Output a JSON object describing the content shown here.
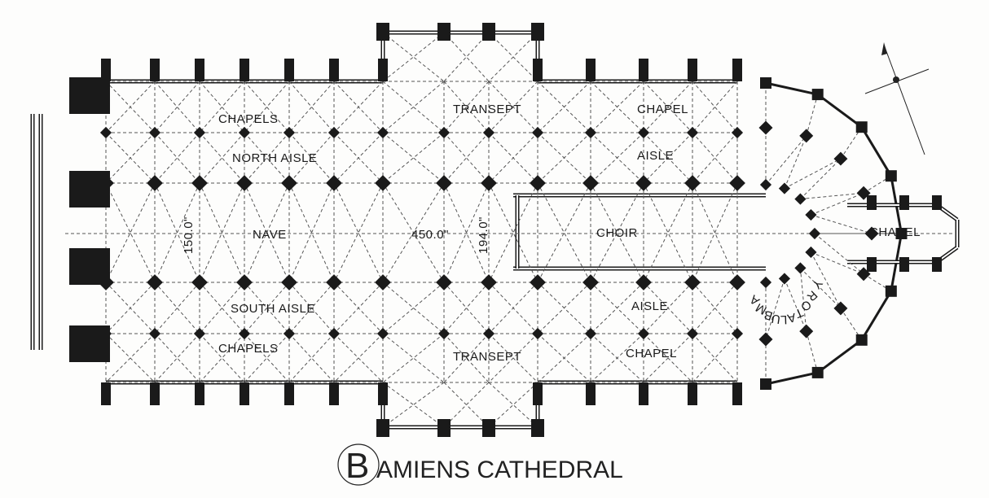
{
  "title": {
    "initial": "B",
    "text": "AMIENS CATHEDRAL"
  },
  "labels": {
    "chapels_north": "CHAPELS",
    "north_aisle": "NORTH AISLE",
    "nave": "NAVE",
    "length": "450.0\"",
    "nave_width": "150.0\"",
    "transept_length": "194.0\"",
    "south_aisle": "SOUTH AISLE",
    "chapels_south": "CHAPELS",
    "transept_north": "TRANSEPT",
    "transept_south": "TRANSEPT",
    "chapel_north": "CHAPEL",
    "aisle_north": "AISLE",
    "choir": "CHOIR",
    "aisle_south": "AISLE",
    "chapel_south": "CHAPEL",
    "axial_chapel": "CHAPEL",
    "ambulatory": [
      "A",
      "M",
      "B",
      "U",
      "L",
      "A",
      "T",
      "O",
      "R",
      "Y"
    ]
  },
  "colors": {
    "ink": "#1a1a1a",
    "paper": "#fdfdfc",
    "dash": "#555555"
  }
}
